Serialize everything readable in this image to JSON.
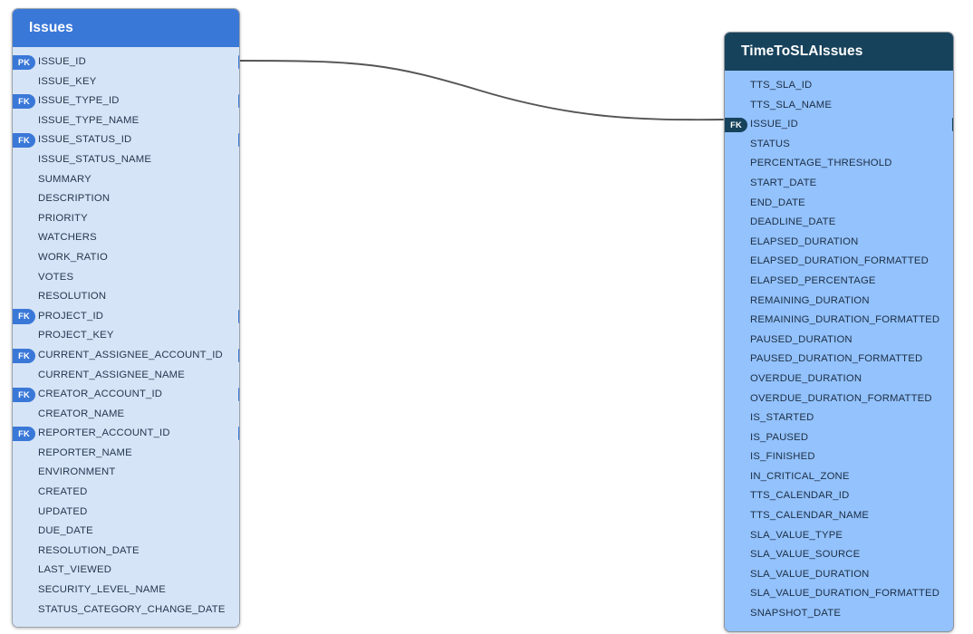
{
  "diagram": {
    "type": "entity-relationship-diagram",
    "background_color": "#ffffff",
    "connector_color": "#555555"
  },
  "tables": [
    {
      "id": "issues",
      "title": "Issues",
      "header_color": "#3a78d8",
      "body_color": "#d6e4f7",
      "badge_color": "#3a78d8",
      "text_color": "#25374f",
      "fields": [
        {
          "key": "PK",
          "name": "ISSUE_ID",
          "port": true
        },
        {
          "key": "",
          "name": "ISSUE_KEY",
          "port": false
        },
        {
          "key": "FK",
          "name": "ISSUE_TYPE_ID",
          "port": true
        },
        {
          "key": "",
          "name": "ISSUE_TYPE_NAME",
          "port": false
        },
        {
          "key": "FK",
          "name": "ISSUE_STATUS_ID",
          "port": true
        },
        {
          "key": "",
          "name": "ISSUE_STATUS_NAME",
          "port": false
        },
        {
          "key": "",
          "name": "SUMMARY",
          "port": false
        },
        {
          "key": "",
          "name": "DESCRIPTION",
          "port": false
        },
        {
          "key": "",
          "name": "PRIORITY",
          "port": false
        },
        {
          "key": "",
          "name": "WATCHERS",
          "port": false
        },
        {
          "key": "",
          "name": "WORK_RATIO",
          "port": false
        },
        {
          "key": "",
          "name": "VOTES",
          "port": false
        },
        {
          "key": "",
          "name": "RESOLUTION",
          "port": false
        },
        {
          "key": "FK",
          "name": "PROJECT_ID",
          "port": true
        },
        {
          "key": "",
          "name": "PROJECT_KEY",
          "port": false
        },
        {
          "key": "FK",
          "name": "CURRENT_ASSIGNEE_ACCOUNT_ID",
          "port": true
        },
        {
          "key": "",
          "name": "CURRENT_ASSIGNEE_NAME",
          "port": false
        },
        {
          "key": "FK",
          "name": "CREATOR_ACCOUNT_ID",
          "port": true
        },
        {
          "key": "",
          "name": "CREATOR_NAME",
          "port": false
        },
        {
          "key": "FK",
          "name": "REPORTER_ACCOUNT_ID",
          "port": true
        },
        {
          "key": "",
          "name": "REPORTER_NAME",
          "port": false
        },
        {
          "key": "",
          "name": "ENVIRONMENT",
          "port": false
        },
        {
          "key": "",
          "name": "CREATED",
          "port": false
        },
        {
          "key": "",
          "name": "UPDATED",
          "port": false
        },
        {
          "key": "",
          "name": "DUE_DATE",
          "port": false
        },
        {
          "key": "",
          "name": "RESOLUTION_DATE",
          "port": false
        },
        {
          "key": "",
          "name": "LAST_VIEWED",
          "port": false
        },
        {
          "key": "",
          "name": "SECURITY_LEVEL_NAME",
          "port": false
        },
        {
          "key": "",
          "name": "STATUS_CATEGORY_CHANGE_DATE",
          "port": false
        }
      ]
    },
    {
      "id": "ttsla",
      "title": "TimeToSLAIssues",
      "header_color": "#17425c",
      "body_color": "#93c2fc",
      "badge_color": "#17425c",
      "text_color": "#1d2e45",
      "fields": [
        {
          "key": "",
          "name": "TTS_SLA_ID",
          "port": false
        },
        {
          "key": "",
          "name": "TTS_SLA_NAME",
          "port": false
        },
        {
          "key": "FK",
          "name": "ISSUE_ID",
          "port": true
        },
        {
          "key": "",
          "name": "STATUS",
          "port": false
        },
        {
          "key": "",
          "name": "PERCENTAGE_THRESHOLD",
          "port": false
        },
        {
          "key": "",
          "name": "START_DATE",
          "port": false
        },
        {
          "key": "",
          "name": "END_DATE",
          "port": false
        },
        {
          "key": "",
          "name": "DEADLINE_DATE",
          "port": false
        },
        {
          "key": "",
          "name": "ELAPSED_DURATION",
          "port": false
        },
        {
          "key": "",
          "name": "ELAPSED_DURATION_FORMATTED",
          "port": false
        },
        {
          "key": "",
          "name": "ELAPSED_PERCENTAGE",
          "port": false
        },
        {
          "key": "",
          "name": "REMAINING_DURATION",
          "port": false
        },
        {
          "key": "",
          "name": "REMAINING_DURATION_FORMATTED",
          "port": false
        },
        {
          "key": "",
          "name": "PAUSED_DURATION",
          "port": false
        },
        {
          "key": "",
          "name": "PAUSED_DURATION_FORMATTED",
          "port": false
        },
        {
          "key": "",
          "name": "OVERDUE_DURATION",
          "port": false
        },
        {
          "key": "",
          "name": "OVERDUE_DURATION_FORMATTED",
          "port": false
        },
        {
          "key": "",
          "name": "IS_STARTED",
          "port": false
        },
        {
          "key": "",
          "name": "IS_PAUSED",
          "port": false
        },
        {
          "key": "",
          "name": "IS_FINISHED",
          "port": false
        },
        {
          "key": "",
          "name": "IN_CRITICAL_ZONE",
          "port": false
        },
        {
          "key": "",
          "name": "TTS_CALENDAR_ID",
          "port": false
        },
        {
          "key": "",
          "name": "TTS_CALENDAR_NAME",
          "port": false
        },
        {
          "key": "",
          "name": "SLA_VALUE_TYPE",
          "port": false
        },
        {
          "key": "",
          "name": "SLA_VALUE_SOURCE",
          "port": false
        },
        {
          "key": "",
          "name": "SLA_VALUE_DURATION",
          "port": false
        },
        {
          "key": "",
          "name": "SLA_VALUE_DURATION_FORMATTED",
          "port": false
        },
        {
          "key": "",
          "name": "SNAPSHOT_DATE",
          "port": false
        }
      ]
    }
  ],
  "relationships": [
    {
      "from_table": "Issues",
      "from_field": "ISSUE_ID",
      "to_table": "TimeToSLAIssues",
      "to_field": "ISSUE_ID"
    }
  ]
}
